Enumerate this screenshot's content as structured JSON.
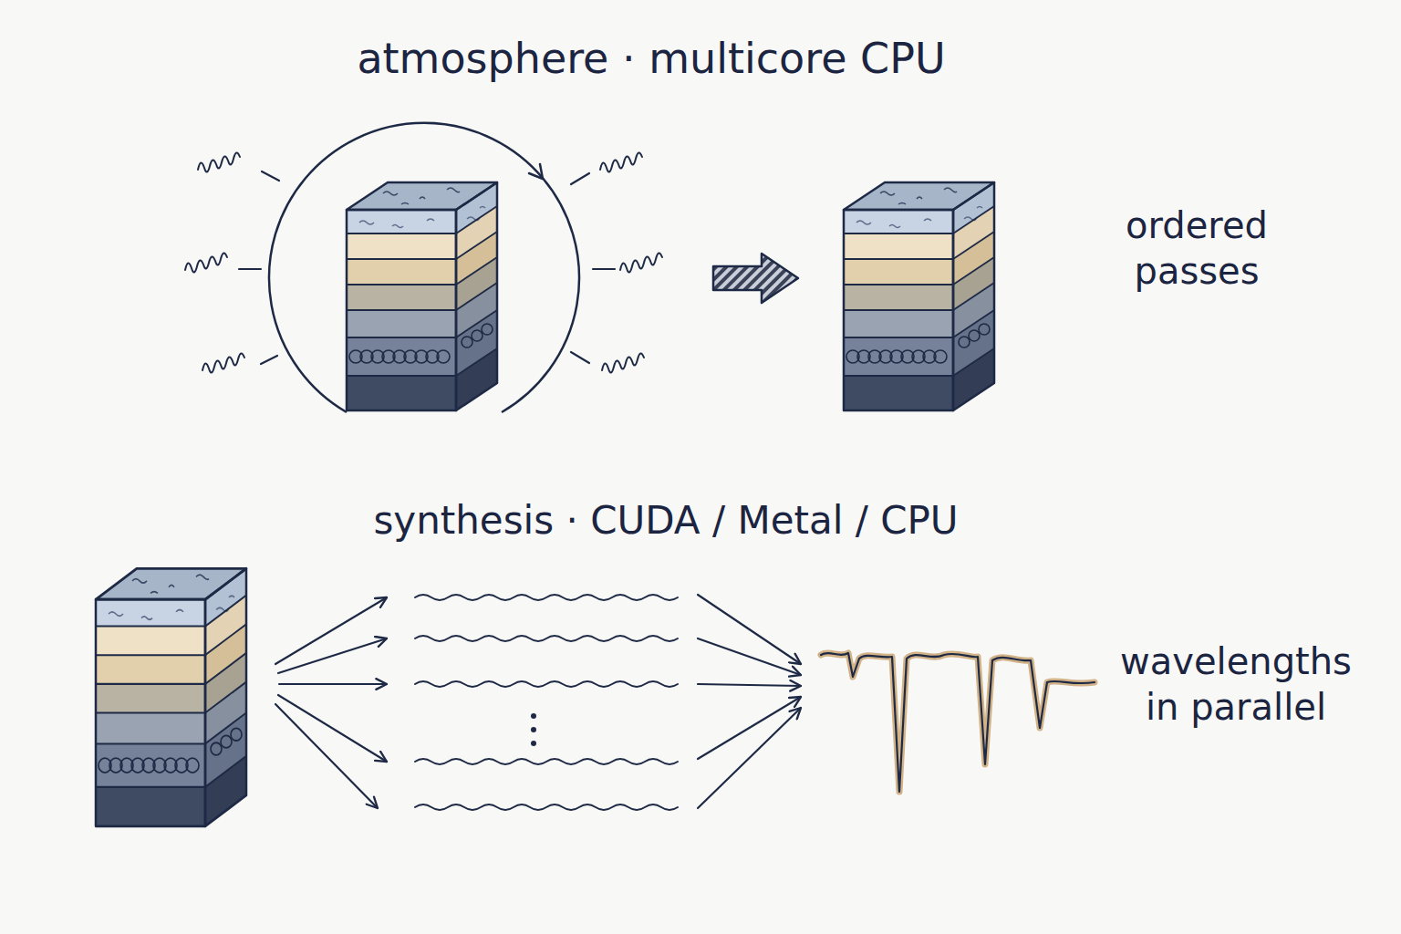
{
  "diagram": {
    "labels": [
      "atmosphere · multicore CPU",
      "ordered passes",
      "synthesis · CUDA / Metal / CPU",
      "wavelengths in parallel"
    ]
  }
}
